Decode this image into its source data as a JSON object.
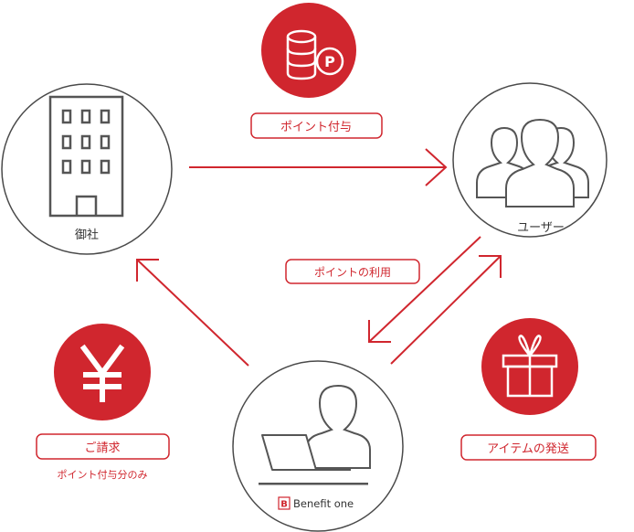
{
  "colors": {
    "accent": "#d0262e",
    "circle_stroke": "#4a4a4a",
    "icon_gray": "#555555",
    "text_dark": "#333333"
  },
  "nodes": {
    "company": {
      "label": "御社",
      "icon": "building-icon"
    },
    "users": {
      "label": "ユーザー",
      "icon": "users-icon"
    },
    "benefit_one": {
      "label": "Benefit one",
      "logo_mark": "B",
      "icon": "person-at-laptop-icon"
    }
  },
  "badges": {
    "point_grant": {
      "label": "ポイント付与",
      "icon": "coins-point-icon"
    },
    "point_use": {
      "label": "ポイントの利用"
    },
    "billing": {
      "label": "ご請求",
      "note": "ポイント付与分のみ",
      "icon": "yen-icon"
    },
    "item_shipping": {
      "label": "アイテムの発送",
      "icon": "gift-icon"
    }
  }
}
